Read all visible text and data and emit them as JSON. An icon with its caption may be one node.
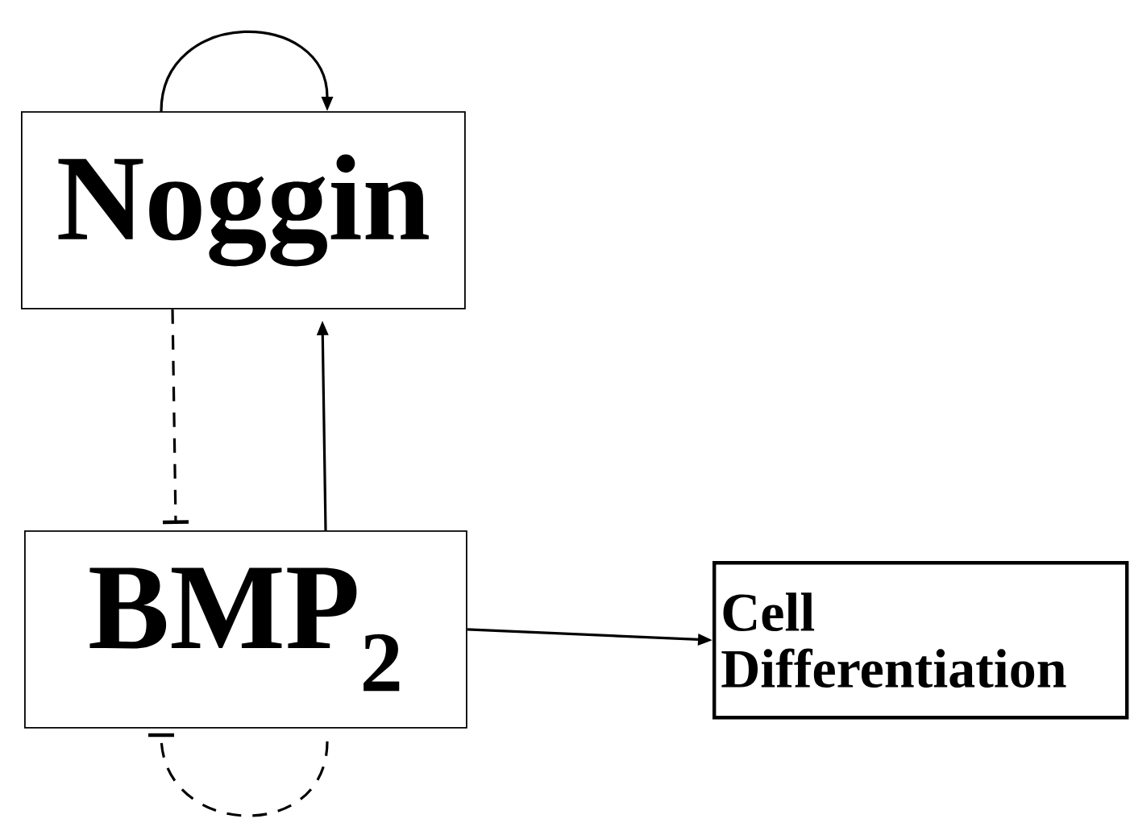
{
  "diagram": {
    "nodes": [
      {
        "text": [
          "Noggin"
        ]
      },
      {
        "text": [
          "BMP$_{2}$"
        ]
      },
      {
        "text": [
          "Cell Differentiation"
        ]
      }
    ],
    "edges": [
      {
        "from": 0,
        "to": 0,
        "arrow": "to"
      },
      {
        "from": 0,
        "to": 1,
        "arrow": "other",
        "style": "dashed"
      },
      {
        "from": 1,
        "to": 0,
        "arrow": "to"
      },
      {
        "from": 1,
        "to": 1,
        "arrow": "other",
        "style": "dashed"
      },
      {
        "from": 1,
        "to": 2,
        "arrow": "to"
      }
    ]
  }
}
